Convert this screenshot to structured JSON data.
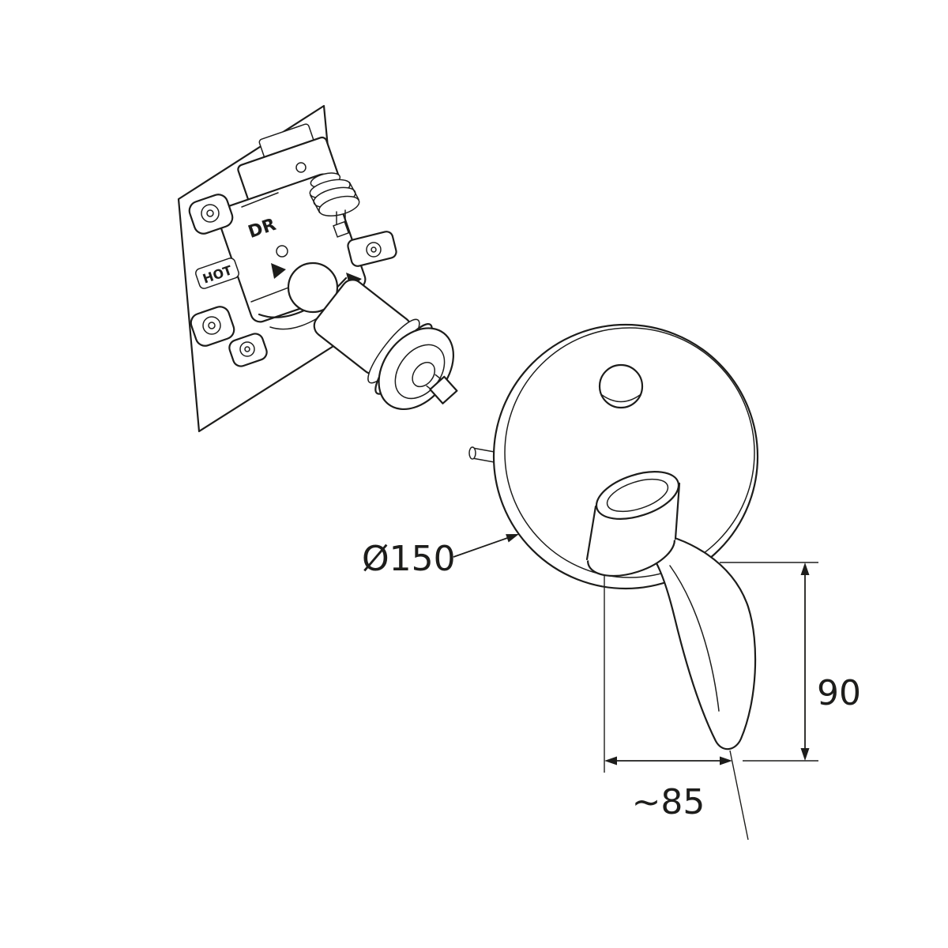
{
  "page": {
    "background": "#ffffff",
    "line_color": "#1d1d1b"
  },
  "drawing": {
    "kind": "technical-installation-drawing",
    "labels": {
      "dr": "DR",
      "hot": "HOT"
    },
    "dimensions": {
      "diameter": {
        "label": "Ø150"
      },
      "height": {
        "label": "90"
      },
      "projection": {
        "label": "~85"
      }
    }
  }
}
